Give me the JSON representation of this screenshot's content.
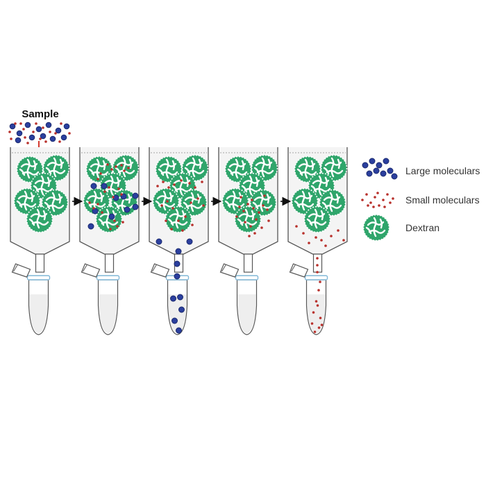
{
  "title": "Sample",
  "legend": [
    {
      "key": "large",
      "label": "Large moleculars",
      "icon": "blue-dots-icon"
    },
    {
      "key": "small",
      "label": "Small moleculars",
      "icon": "red-dots-icon"
    },
    {
      "key": "dextran",
      "label": "Dextran",
      "icon": "dextran-bead-icon"
    }
  ],
  "colors": {
    "large_fill": "#2b3f9e",
    "large_stroke": "#1b2a6e",
    "small": "#b8302b",
    "dextran_fill": "#2fa56b",
    "dextran_pattern": "#ffffff",
    "column_stroke": "#555555",
    "column_fill": "#f4f4f4",
    "tube_liquid": "#eeeeee",
    "tube_rim": "#7fb6d6",
    "arrow": "#111111",
    "sample_arrow": "#d43a2f"
  },
  "stages": [
    {
      "step": 1,
      "description": "sample loaded above bed"
    },
    {
      "step": 2,
      "description": "molecules enter column"
    },
    {
      "step": 3,
      "description": "large molecules elute"
    },
    {
      "step": 4,
      "description": "small molecules retained"
    },
    {
      "step": 5,
      "description": "small molecules elute"
    }
  ]
}
